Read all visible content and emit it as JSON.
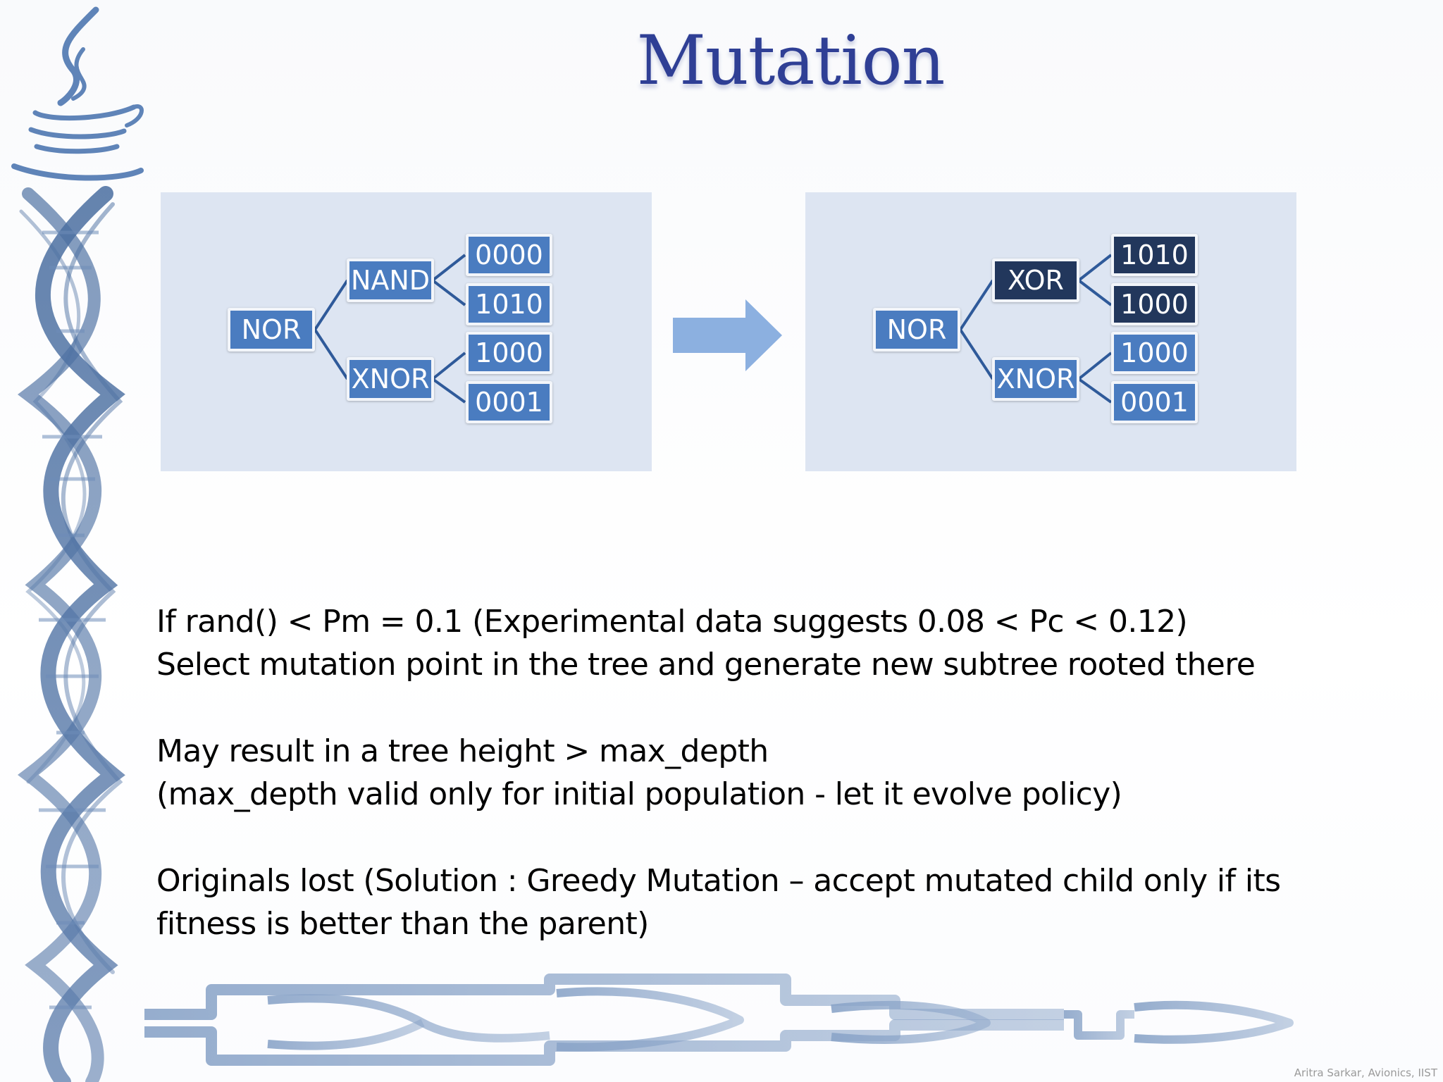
{
  "slide": {
    "title": "Mutation",
    "credit": "Aritra Sarkar, Avionics, IIST",
    "accent_color": "#2f3f95",
    "node_color": "#4a7cc0",
    "mutated_node_color": "#22375c",
    "panel_color": "#dde5f2"
  },
  "diagram": {
    "before": {
      "root": "NOR",
      "upper_op": "NAND",
      "lower_op": "XNOR",
      "leaves": [
        "0000",
        "1010",
        "1000",
        "0001"
      ]
    },
    "after": {
      "root": "NOR",
      "upper_op": "XOR",
      "lower_op": "XNOR",
      "leaves": [
        "1010",
        "1000",
        "1000",
        "0001"
      ]
    },
    "arrow_icon": "right-arrow"
  },
  "body": {
    "lines": [
      "If rand() < Pm = 0.1 (Experimental data suggests 0.08 < Pc < 0.12)",
      "Select mutation point in the tree and generate new subtree rooted there",
      "May result in a tree height > max_depth",
      "(max_depth valid only for initial population - let it evolve policy)",
      "Originals lost (Solution : Greedy Mutation – accept mutated child only if its",
      "fitness is better than the parent)"
    ]
  }
}
